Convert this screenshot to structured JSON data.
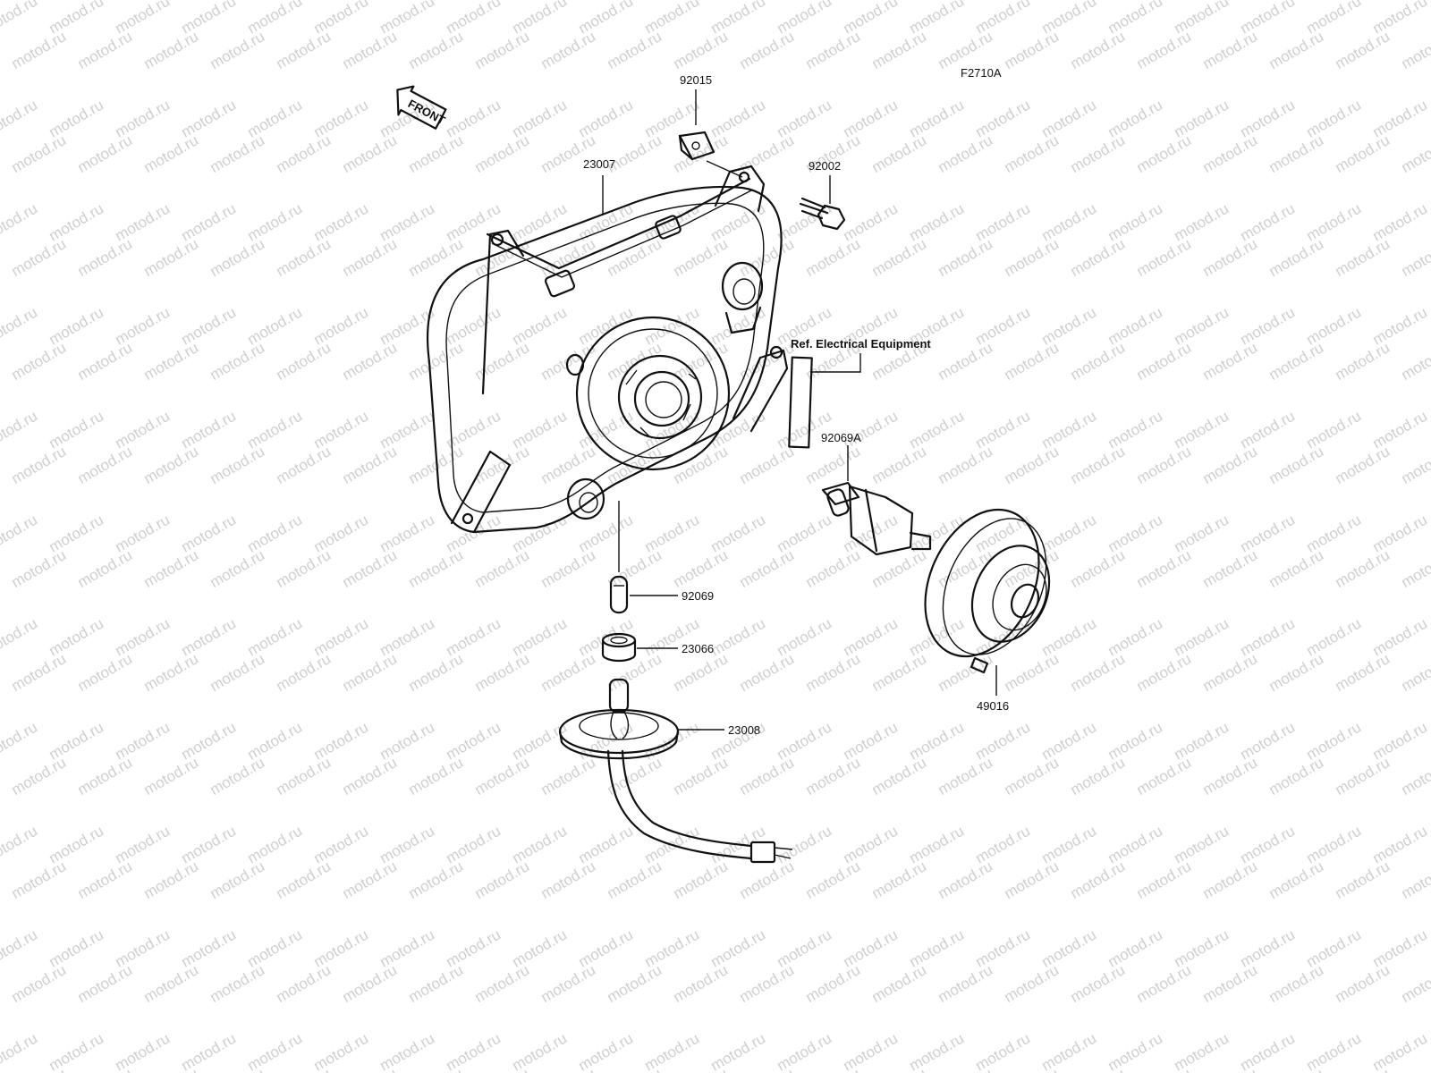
{
  "figure_code": "F2710A",
  "watermark": "motod.ru",
  "front_arrow": "FRONT",
  "reference_label": "Ref. Electrical Equipment",
  "parts": {
    "p92015": "92015",
    "p23007": "23007",
    "p92002": "92002",
    "p92069A": "92069A",
    "p92069": "92069",
    "p23066": "23066",
    "p23008": "23008",
    "p49016": "49016"
  }
}
